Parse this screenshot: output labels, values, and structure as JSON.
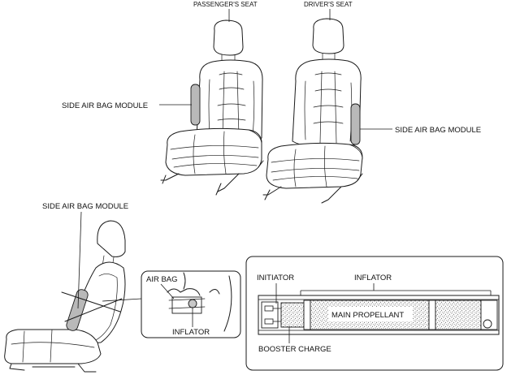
{
  "labels": {
    "passenger_seat": "PASSENGER'S SEAT",
    "driver_seat": "DRIVER'S SEAT",
    "side_airbag_passenger": "SIDE AIR BAG MODULE",
    "side_airbag_driver": "SIDE AIR BAG MODULE",
    "side_airbag_side": "SIDE AIR BAG MODULE",
    "air_bag": "AIR BAG",
    "inflator_detail": "INFLATOR",
    "initiator": "INITIATOR",
    "inflator_section": "INFLATOR",
    "main_propellant": "MAIN PROPELLANT",
    "booster_charge": "BOOSTER CHARGE"
  }
}
